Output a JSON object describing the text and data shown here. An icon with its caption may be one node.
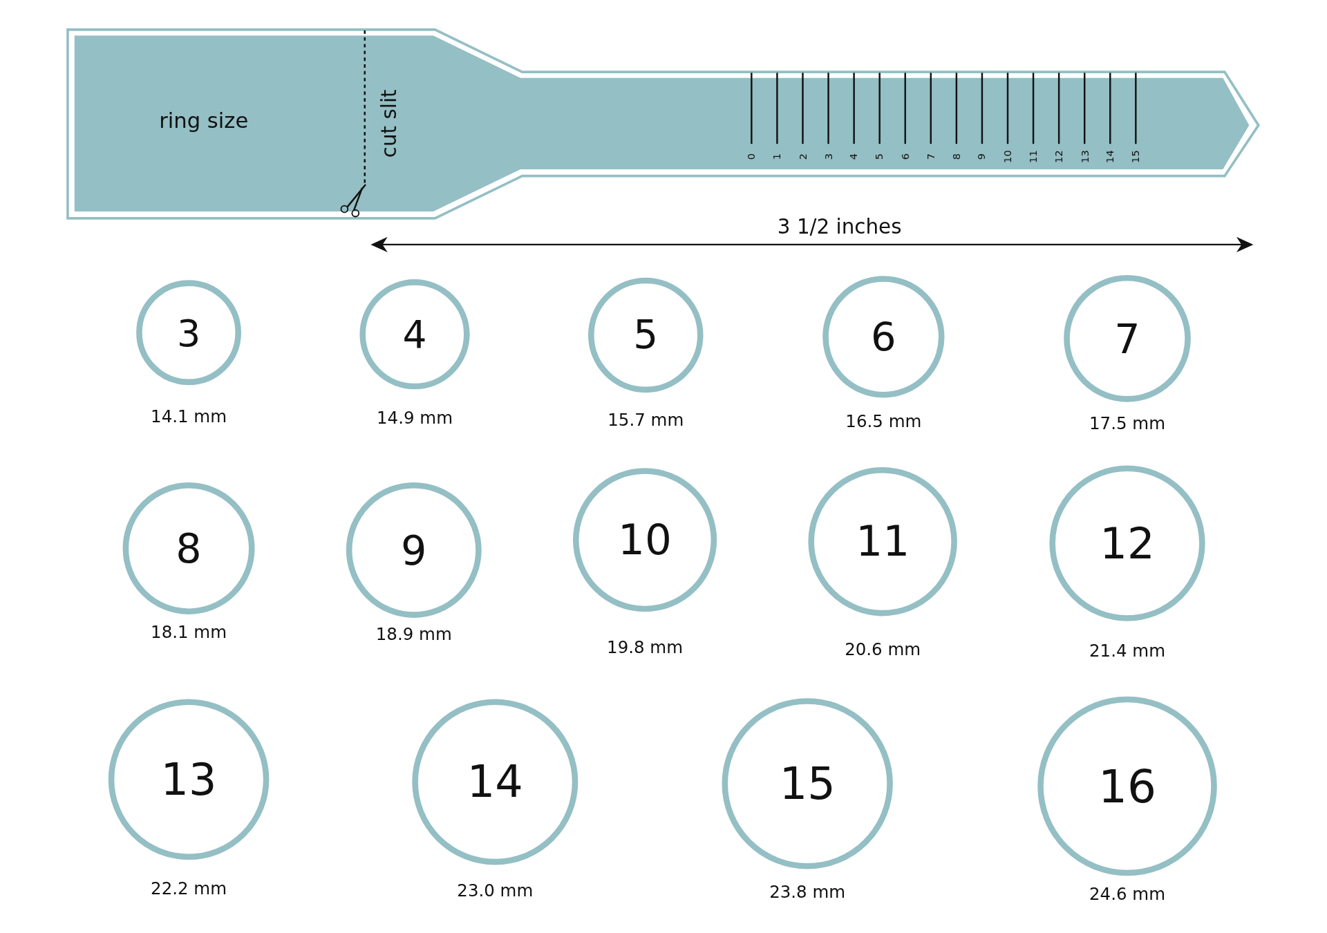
{
  "diagram": {
    "nodes": [
      {
        "text": [
          "ring size"
        ]
      },
      {
        "text": [
          "3"
        ],
        "beside": [
          "14.1 mm"
        ]
      },
      {
        "text": [
          "4"
        ],
        "beside": [
          "14.9 mm"
        ]
      },
      {
        "text": [
          "5"
        ],
        "beside": [
          "15.7 mm"
        ]
      },
      {
        "text": [
          "6"
        ],
        "beside": [
          "16.5 mm"
        ]
      },
      {
        "text": [
          "7"
        ],
        "beside": [
          "17.5 mm"
        ]
      },
      {
        "text": [
          "8"
        ],
        "beside": [
          "18.1 mm"
        ]
      },
      {
        "text": [
          "9"
        ],
        "beside": [
          "18.9 mm"
        ]
      },
      {
        "text": [
          "10"
        ],
        "beside": [
          "19.8 mm"
        ]
      },
      {
        "text": [
          "11"
        ],
        "beside": [
          "20.6 mm"
        ]
      },
      {
        "text": [
          "12"
        ],
        "beside": [
          "21.4 mm"
        ]
      },
      {
        "text": [
          "13"
        ],
        "beside": [
          "22.2 mm"
        ]
      },
      {
        "text": [
          "14"
        ],
        "beside": [
          "23.0 mm"
        ]
      },
      {
        "text": [
          "15"
        ],
        "beside": [
          "23.8 mm"
        ]
      },
      {
        "text": [
          "16"
        ],
        "beside": [
          "24.6 mm"
        ]
      }
    ],
    "labels": [
      "cut slit",
      "0",
      "1",
      "2",
      "3",
      "4",
      "5",
      "6",
      "7",
      "8",
      "9",
      "10",
      "11",
      "12",
      "13",
      "14",
      "15",
      "3 1/2 inches"
    ]
  }
}
